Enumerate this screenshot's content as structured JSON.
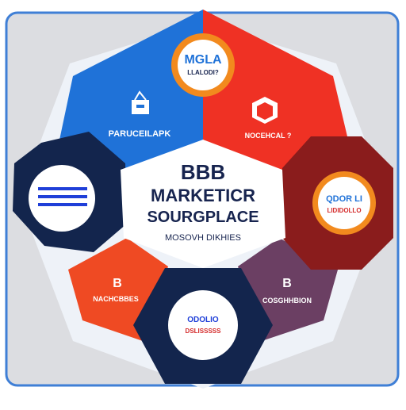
{
  "colors": {
    "frame_border": "#3f7fd6",
    "frame_fill": "#dcdde1",
    "halo": "#eef2f8",
    "top_blue": "#1f72d8",
    "top_red": "#ef3124",
    "right_maroon": "#8a1c1c",
    "left_navy": "#13254d",
    "bottom_navy": "#13254d",
    "bottom_left_orange": "#ef4a23",
    "bottom_right_purple": "#6b3f63",
    "center_fill": "#ffffff",
    "badge_ring_orange": "#f28a1e",
    "text_navy": "#17244f",
    "text_red": "#d42a2a"
  },
  "center": {
    "line1": "BBB",
    "line2": "MARKETICR",
    "line3": "SOURGPLACE",
    "tagline": "MOSOVH DIKHIES"
  },
  "segments": {
    "top_badge": {
      "line1": "MGLA",
      "line2": "LLALODI?"
    },
    "top_left": {
      "icon": "shopping-bag-icon",
      "label": "PARUCEILAPK"
    },
    "top_right": {
      "icon": "package-box-icon",
      "label": "NOCEHCAL ?"
    },
    "left": {
      "icon": "menu-lines-icon"
    },
    "right_badge": {
      "line1": "QDOR LI",
      "line2": "LIDIDOLLO"
    },
    "bottom_left": {
      "icon_letter": "B",
      "label": "NACHCBBES"
    },
    "bottom_center_badge": {
      "line1": "ODOLIO",
      "line2": "DSLISSSSS"
    },
    "bottom_right": {
      "icon_letter": "B",
      "label": "COSGHHBION"
    }
  }
}
